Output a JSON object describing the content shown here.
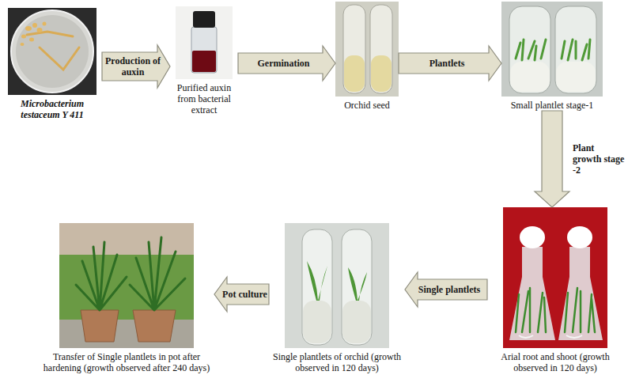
{
  "diagram": {
    "nodes": [
      {
        "text": [
          "Microbacterium testaceum Y 411"
        ]
      },
      {
        "text": [
          "Purified auxin from bacterial extract"
        ]
      },
      {
        "text": [
          "Orchid seed"
        ]
      },
      {
        "text": [
          "Small plantlet stage-1"
        ]
      },
      {
        "text": [
          "Arial root and shoot (growth observed in 120 days)"
        ]
      },
      {
        "text": [
          "Single plantlets of orchid (growth observed in 120 days)"
        ]
      },
      {
        "text": [
          "Transfer of Single plantlets in pot after hardening (growth observed after 240 days)"
        ]
      }
    ],
    "edges": [
      {
        "from": 0,
        "to": 1,
        "label": "Production of auxin",
        "arrow": "to"
      },
      {
        "from": 1,
        "to": 2,
        "label": "Germination",
        "arrow": "to"
      },
      {
        "from": 2,
        "to": 3,
        "label": "Plantlets",
        "arrow": "to"
      },
      {
        "from": 3,
        "to": 4,
        "label": "Plant growth stage -2",
        "arrow": "to"
      },
      {
        "from": 4,
        "to": 5,
        "label": "Single plantlets",
        "arrow": "to"
      },
      {
        "from": 5,
        "to": 6,
        "label": "Pot culture",
        "arrow": "to"
      }
    ]
  }
}
